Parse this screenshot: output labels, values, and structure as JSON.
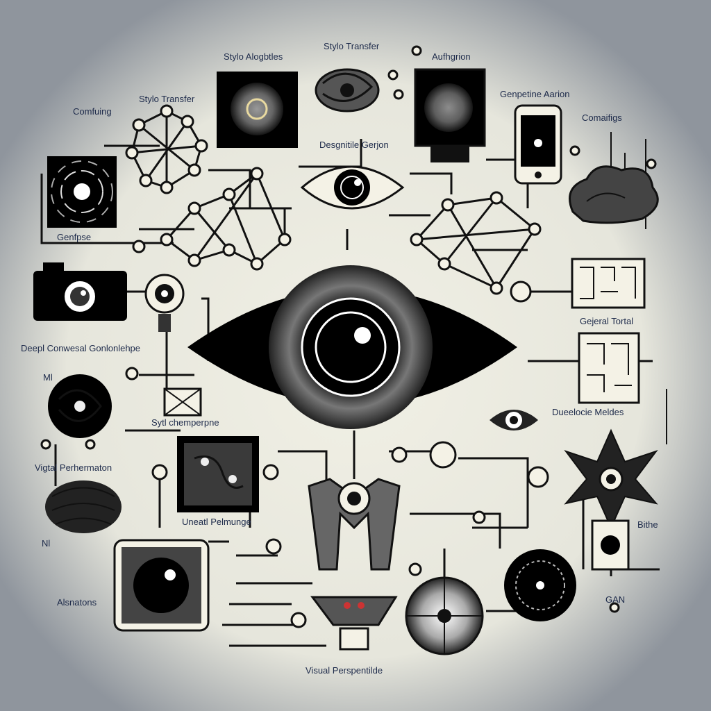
{
  "labels": {
    "style_algorithms": "Stylo Alogbtles",
    "style_transfer_top": "Stylo Transfer",
    "authentication": "Aufhgrion",
    "style_transfer_left": "Stylo Transfer",
    "computing_left": "Comfuing",
    "generative_adversarial": "Genpetine Aarion",
    "computing_right": "Comaifigs",
    "designing_region": "Desgnitile Gerjon",
    "general_left": "Genfpse",
    "deep_convolutional": "Deepl Conwesal Gonlonlehpe",
    "general_tutorial": "Gejeral Tortal",
    "style_enhancement": "Sytl chemperpne",
    "developing_models": "Dueelocie Meldes",
    "visual_performance": "Vigtal Perhermaton",
    "usable_paradigms": "Uneatl Pelmunge",
    "bithe": "Bithe",
    "mi": "Ml",
    "nl": "Nl",
    "augmentation": "Alsnatons",
    "gan": "GAN",
    "visual_perception_module": "Visual Perspentilde"
  },
  "colors": {
    "background_outer": "#8f959d",
    "background_inner": "#ecebdf",
    "ink": "#111111",
    "label": "#1d2a4a"
  },
  "icons": [
    "central-eye-icon",
    "camera-icon",
    "smartphone-icon",
    "cloud-icon",
    "robot-icon",
    "flower-icon",
    "neural-network-icon",
    "gear-icon",
    "chip-icon"
  ]
}
